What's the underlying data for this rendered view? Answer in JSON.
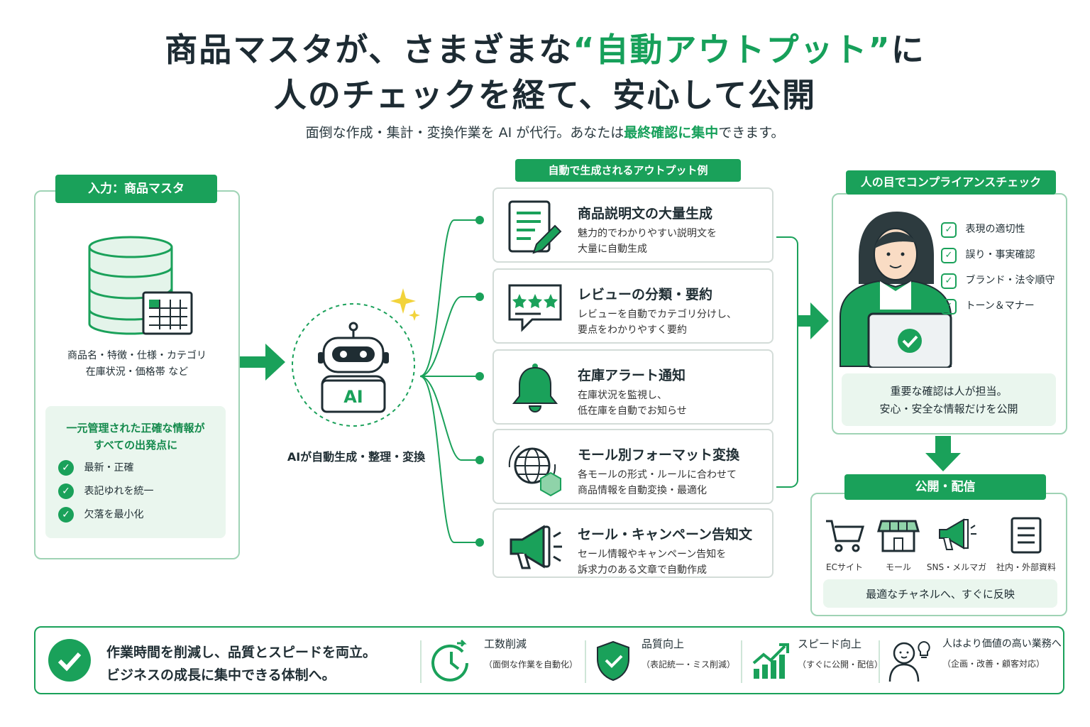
{
  "title": {
    "line1_pre": "商品マスタが、さまざまな",
    "line1_hl": "“自動アウトプット”",
    "line1_post": "に",
    "line2": "人のチェックを経て、安心して公開"
  },
  "subtitle": {
    "pre": "面倒な作成・集計・変換作業を AI が代行。あなたは",
    "hl": "最終確認に集中",
    "post": "できます。"
  },
  "input": {
    "tag": "入力：商品マスタ",
    "desc_line1": "商品名・特徴・仕様・カテゴリ",
    "desc_line2": "在庫状況・価格帯 など",
    "box_title_line1": "一元管理された正確な情報が",
    "box_title_line2": "すべての出発点に",
    "checks": [
      "最新・正確",
      "表記ゆれを統一",
      "欠落を最小化"
    ]
  },
  "ai": {
    "badge": "AI",
    "caption": "AIが自動生成・整理・変換"
  },
  "outputs": {
    "tag": "自動で生成されるアウトプット例",
    "cards": [
      {
        "icon": "document-pen-icon",
        "title": "商品説明文の大量生成",
        "desc": "魅力的でわかりやすい説明文を\n大量に自動生成"
      },
      {
        "icon": "review-stars-icon",
        "title": "レビューの分類・要約",
        "desc": "レビューを自動でカテゴリ分けし、\n要点をわかりやすく要約"
      },
      {
        "icon": "bell-icon",
        "title": "在庫アラート通知",
        "desc": "在庫状況を監視し、\n低在庫を自動でお知らせ"
      },
      {
        "icon": "globe-box-icon",
        "title": "モール別フォーマット変換",
        "desc": "各モールの形式・ルールに合わせて\n商品情報を自動変換・最適化"
      },
      {
        "icon": "megaphone-icon",
        "title": "セール・キャンペーン告知文",
        "desc": "セール情報やキャンペーン告知を\n訴求力のある文章で自動作成"
      }
    ]
  },
  "compliance": {
    "tag": "人の目でコンプライアンスチェック",
    "checks": [
      "表現の適切性",
      "誤り・事実確認",
      "ブランド・法令順守",
      "トーン＆マナー"
    ],
    "note_line1": "重要な確認は人が担当。",
    "note_line2": "安心・安全な情報だけを公開"
  },
  "publish": {
    "tag": "公開・配信",
    "channels": [
      {
        "icon": "cart-icon",
        "label": "ECサイト"
      },
      {
        "icon": "store-icon",
        "label": "モール"
      },
      {
        "icon": "megaphone-icon",
        "label": "SNS・メルマガ"
      },
      {
        "icon": "document-list-icon",
        "label": "社内・外部資料"
      }
    ],
    "note": "最適なチャネルへ、すぐに反映"
  },
  "summary": {
    "line1": "作業時間を削減し、品質とスピードを両立。",
    "line2": "ビジネスの成長に集中できる体制へ。",
    "items": [
      {
        "icon": "clock-icon",
        "title": "工数削減",
        "sub": "（面倒な作業を自動化）"
      },
      {
        "icon": "shield-check-icon",
        "title": "品質向上",
        "sub": "（表記統一・ミス削減）"
      },
      {
        "icon": "growth-chart-icon",
        "title": "スピード向上",
        "sub": "（すぐに公開・配信）"
      },
      {
        "icon": "person-idea-icon",
        "title": "人はより価値の高い業務へ",
        "sub": "（企画・改善・顧客対応）"
      }
    ]
  },
  "colors": {
    "accent": "#1aa15a",
    "soft": "#eaf6ee",
    "border": "#9fd3b5",
    "text": "#1f2d33"
  }
}
